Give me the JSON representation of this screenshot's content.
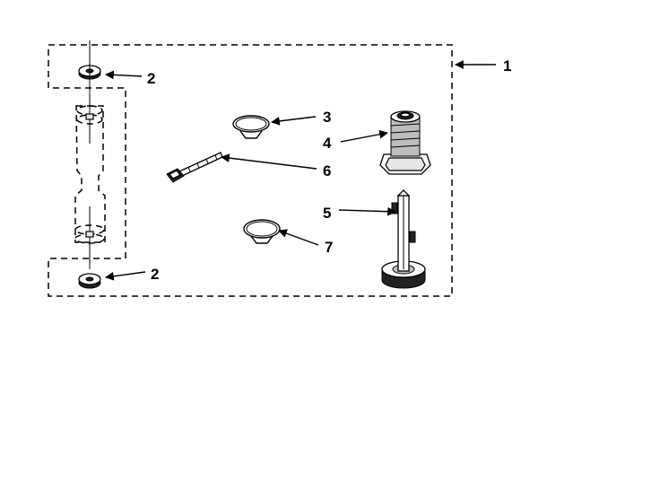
{
  "callouts": {
    "kit": "1",
    "washer_top": "2",
    "washer_bottom": "2",
    "clamp_upper": "3",
    "fitting": "4",
    "stem": "5",
    "tie": "6",
    "clamp_lower": "7"
  }
}
